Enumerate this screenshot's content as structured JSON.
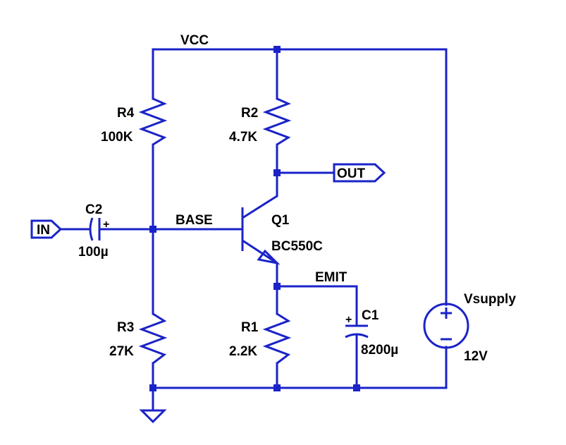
{
  "net_labels": {
    "vcc": "VCC",
    "base": "BASE",
    "emit": "EMIT"
  },
  "ports": {
    "in": "IN",
    "out": "OUT"
  },
  "components": {
    "r4": {
      "name": "R4",
      "value": "100K"
    },
    "r2": {
      "name": "R2",
      "value": "4.7K"
    },
    "r3": {
      "name": "R3",
      "value": "27K"
    },
    "r1": {
      "name": "R1",
      "value": "2.2K"
    },
    "c2": {
      "name": "C2",
      "value": "100µ",
      "polarity": "+"
    },
    "c1": {
      "name": "C1",
      "value": "8200µ",
      "polarity": "+"
    },
    "q1": {
      "name": "Q1",
      "value": "BC550C"
    },
    "vsupply": {
      "name": "Vsupply",
      "value": "12V",
      "plus": "+",
      "minus": "−"
    }
  },
  "colors": {
    "wire": "#1a23c8",
    "text": "#000000",
    "background": "#ffffff"
  }
}
